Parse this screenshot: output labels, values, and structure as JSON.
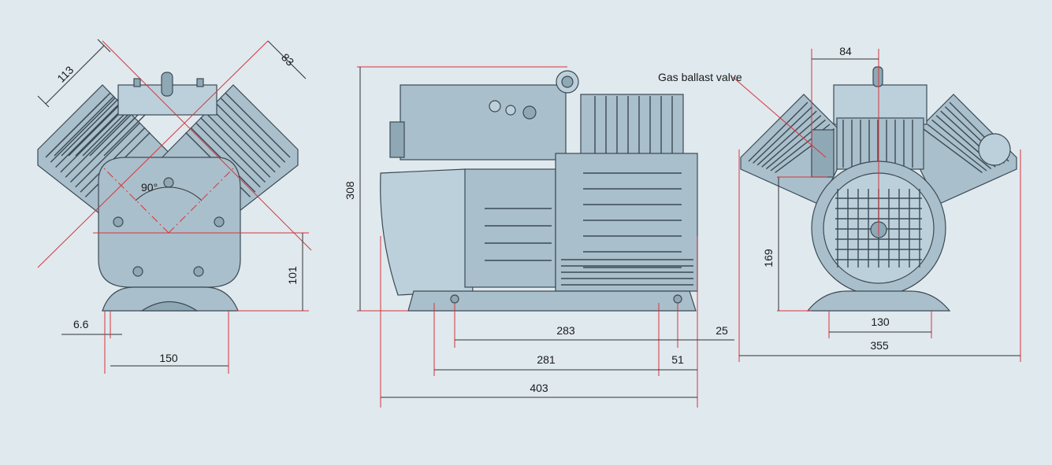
{
  "labels": {
    "gas_ballast_valve": "Gas ballast valve",
    "angle": "90°"
  },
  "dimensions": {
    "front_113": "113",
    "front_83": "83",
    "front_101": "101",
    "front_6_6": "6.6",
    "front_150": "150",
    "side_308": "308",
    "side_283": "283",
    "side_25": "25",
    "side_281": "281",
    "side_51": "51",
    "side_403": "403",
    "rear_84": "84",
    "rear_169": "169",
    "rear_130": "130",
    "rear_355": "355"
  },
  "colors": {
    "background": "#dfe9ee",
    "dimension_red": "#d8343c",
    "pump_body": "#a9bfcb"
  }
}
